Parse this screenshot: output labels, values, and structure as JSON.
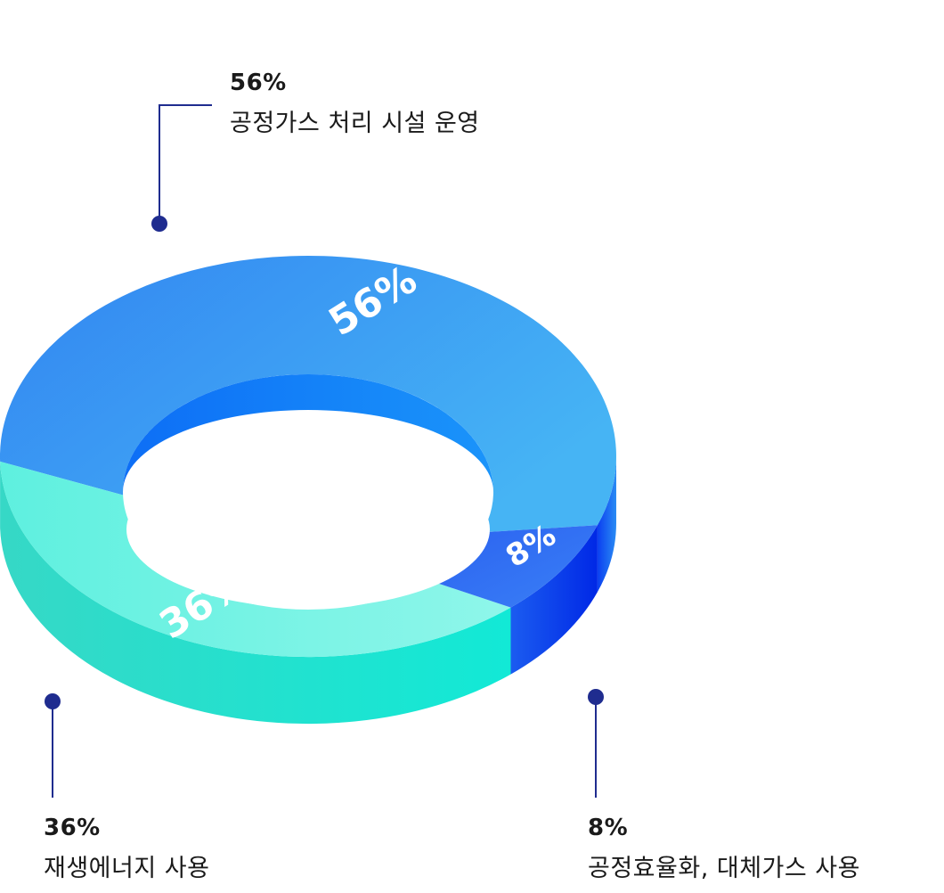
{
  "chart_data": {
    "type": "pie",
    "style": "3d-donut",
    "title": "",
    "slices": [
      {
        "label": "공정가스 처리 시설 운영",
        "value": 56,
        "display": "56%",
        "color": "#3a9af0"
      },
      {
        "label": "재생에너지 사용",
        "value": 36,
        "display": "36%",
        "color": "#44e6d8"
      },
      {
        "label": "공정효율화, 대체가스 사용",
        "value": 8,
        "display": "8%",
        "color": "#2a6cf4"
      }
    ],
    "legend": "callouts",
    "callout_color": "#1f2c8f"
  }
}
